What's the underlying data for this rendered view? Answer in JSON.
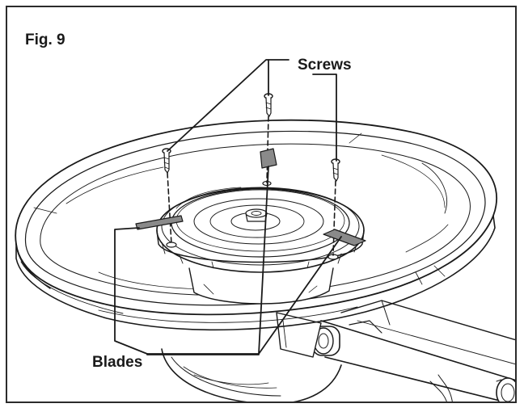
{
  "figure": {
    "label": "Fig. 9",
    "callouts": {
      "screws": "Screws",
      "blades": "Blades"
    }
  },
  "colors": {
    "line": "#1a1a1a",
    "fill": "#ffffff",
    "blade": "#8a8a8a",
    "shade": "#e6e6e6"
  }
}
